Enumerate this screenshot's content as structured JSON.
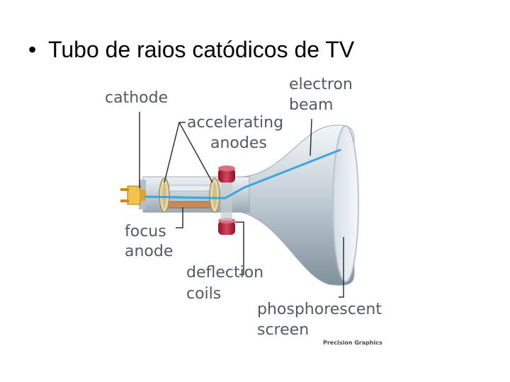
{
  "slide": {
    "bullet": "•",
    "title": "Tubo de raios catódicos de TV"
  },
  "diagram": {
    "labels": {
      "cathode": "cathode",
      "accelerating_1": "accelerating",
      "accelerating_2": "anodes",
      "electron_1": "electron",
      "electron_2": "beam",
      "focus_1": "focus",
      "focus_2": "anode",
      "deflection_1": "deflection",
      "deflection_2": "coils",
      "phosphor_1": "phosphorescent",
      "phosphor_2": "screen"
    },
    "credit": "Precision Graphics",
    "colors": {
      "tube_light": "#f1f4f7",
      "tube_dark": "#8e9ea9",
      "beam": "#3aa6dc",
      "coil": "#b8243c",
      "screen_rim": "#b8c4cc"
    }
  }
}
